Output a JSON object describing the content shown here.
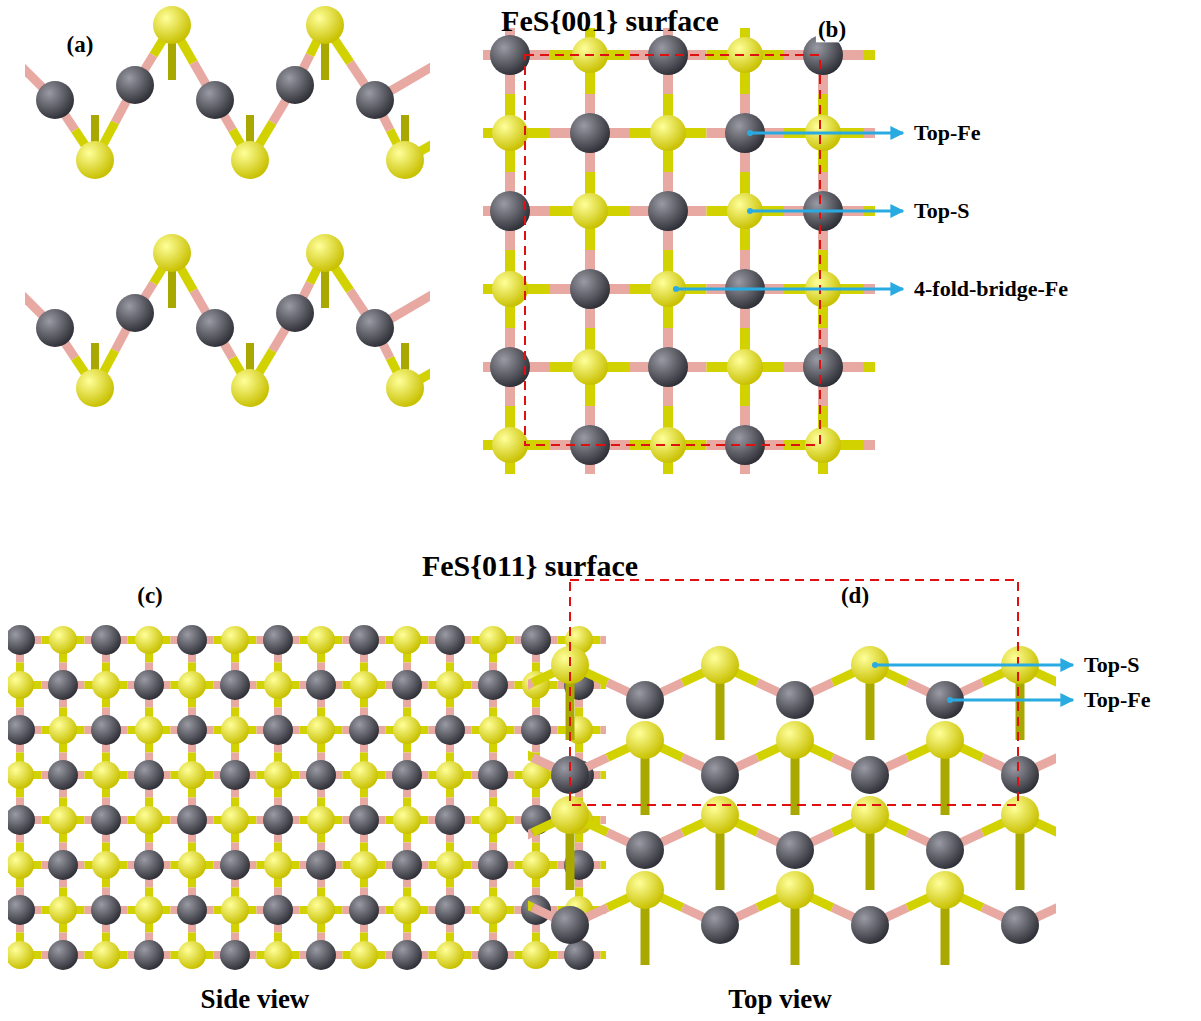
{
  "diagram": {
    "labels": [
      "FeS{001} surface",
      "(a)",
      "(b)",
      "Top-Fe",
      "Top-S",
      "4-fold-bridge-Fe",
      "FeS{011} surface",
      "(c)",
      "(d)",
      "Top-S",
      "Top-Fe",
      "Side view",
      "Top view"
    ]
  }
}
